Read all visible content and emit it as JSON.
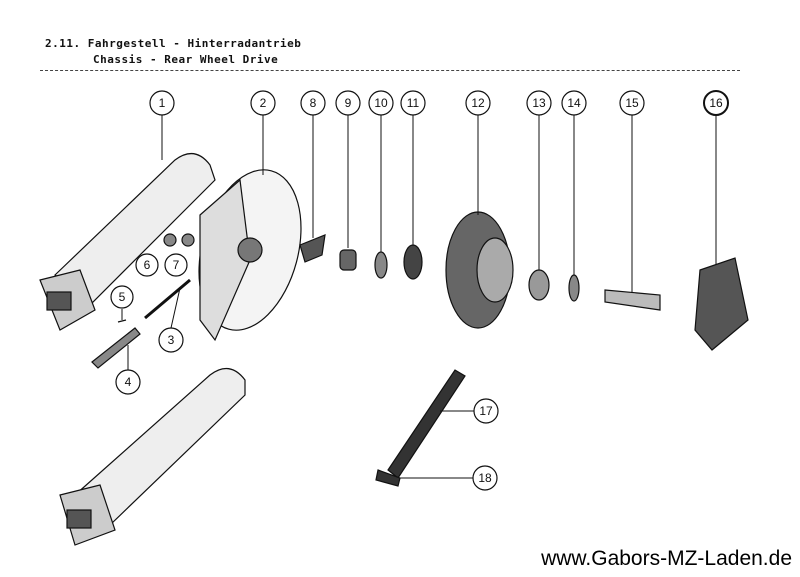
{
  "header": {
    "title_de": "2.11. Fahrgestell - Hinterradantrieb",
    "title_en": "Chassis - Rear Wheel Drive"
  },
  "callouts": [
    "1",
    "2",
    "3",
    "4",
    "5",
    "6",
    "7",
    "8",
    "9",
    "10",
    "11",
    "12",
    "13",
    "14",
    "15",
    "16",
    "17",
    "18"
  ],
  "footer": {
    "website": "www.Gabors-MZ-Laden.de"
  }
}
